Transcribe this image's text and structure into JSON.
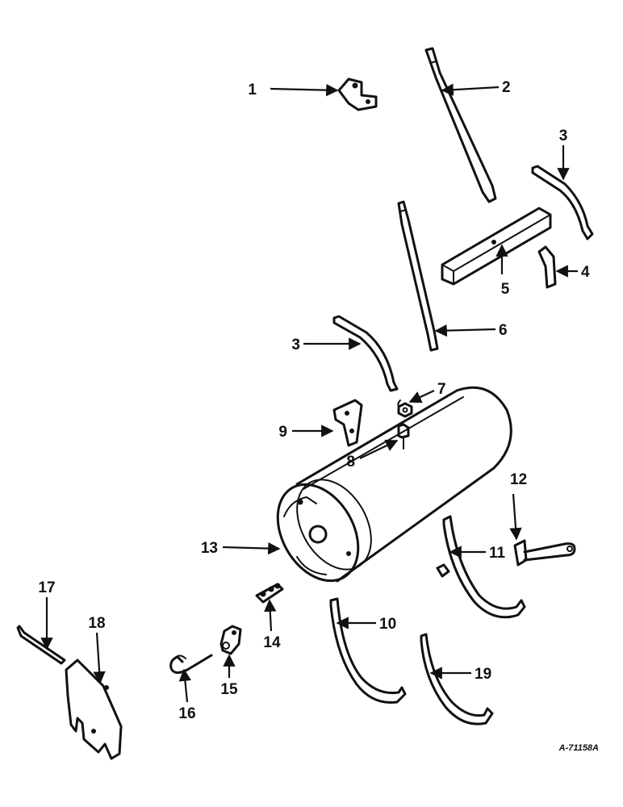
{
  "callouts": {
    "c1": "1",
    "c2": "2",
    "c3a": "3",
    "c3b": "3",
    "c4": "4",
    "c5": "5",
    "c6": "6",
    "c7": "7",
    "c8": "8",
    "c9": "9",
    "c10": "10",
    "c11": "11",
    "c12": "12",
    "c13": "13",
    "c14": "14",
    "c15": "15",
    "c16": "16",
    "c17": "17",
    "c18": "18",
    "c19": "19"
  },
  "drawing_id": "A-71158A"
}
